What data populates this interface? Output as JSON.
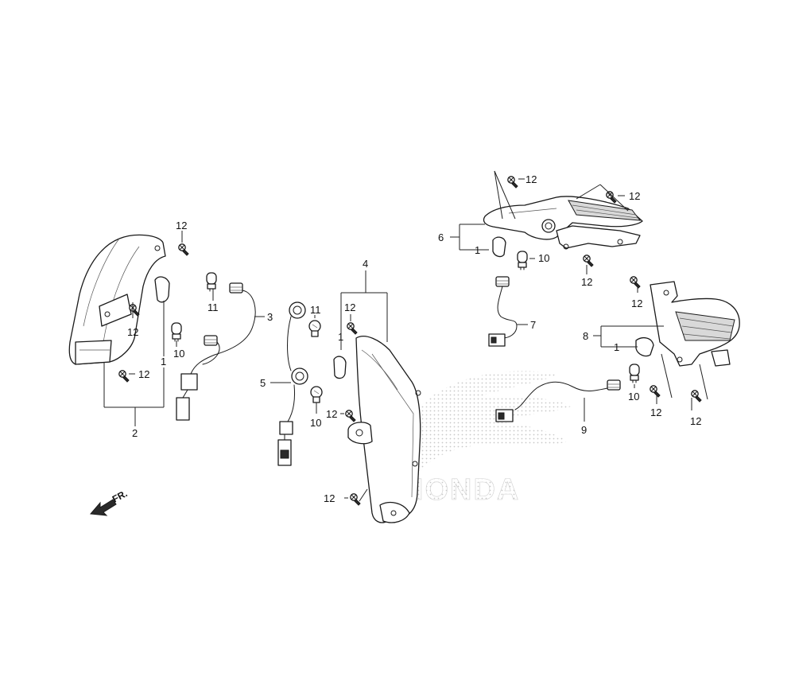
{
  "diagram": {
    "labels": {
      "n1": "1",
      "n2": "2",
      "n3": "3",
      "n4": "4",
      "n5": "5",
      "n6": "6",
      "n7": "7",
      "n8": "8",
      "n9": "9",
      "n10": "10",
      "n11": "11",
      "n12": "12"
    },
    "direction_label": "FR.",
    "watermark": "HONDA"
  }
}
